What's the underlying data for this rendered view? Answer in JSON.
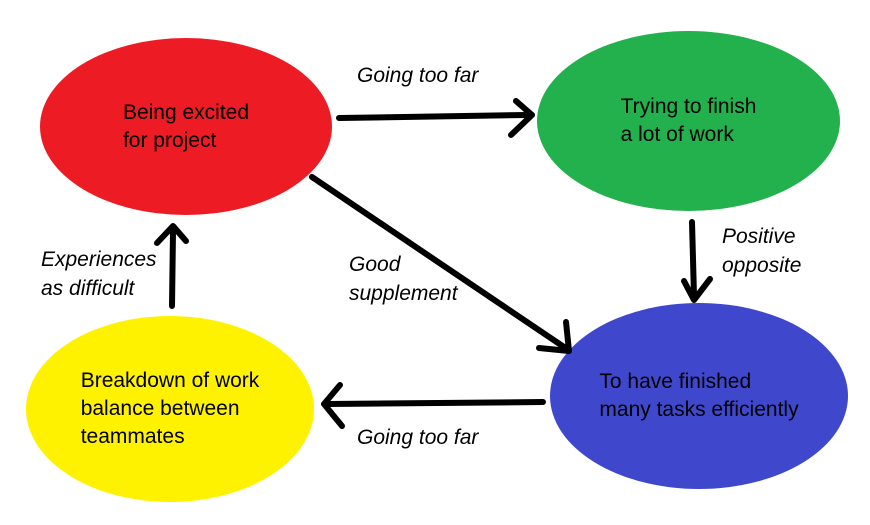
{
  "diagram": {
    "background": "#ffffff",
    "arrow_color": "#000000",
    "text_color": "#000000",
    "nodes": [
      {
        "id": "being-excited",
        "color": "#ED1C24",
        "lines": [
          "Being excited",
          "for project"
        ]
      },
      {
        "id": "trying-to-finish",
        "color": "#22B14C",
        "lines": [
          "Trying to finish",
          "a lot of work"
        ]
      },
      {
        "id": "finished-tasks",
        "color": "#3F48CC",
        "lines": [
          "To have finished",
          "many tasks efficiently"
        ]
      },
      {
        "id": "work-breakdown",
        "color": "#FFF200",
        "lines": [
          "Breakdown of work",
          "balance between",
          "teammates"
        ]
      }
    ],
    "edges": [
      {
        "from": "being-excited",
        "to": "trying-to-finish",
        "label": "Going too far"
      },
      {
        "from": "trying-to-finish",
        "to": "finished-tasks",
        "lines": [
          "Positive",
          "opposite"
        ]
      },
      {
        "from": "being-excited",
        "to": "finished-tasks",
        "lines": [
          "Good",
          "supplement"
        ]
      },
      {
        "from": "finished-tasks",
        "to": "work-breakdown",
        "label": "Going too far"
      },
      {
        "from": "work-breakdown",
        "to": "being-excited",
        "lines": [
          "Experiences",
          "as difficult"
        ]
      }
    ]
  }
}
